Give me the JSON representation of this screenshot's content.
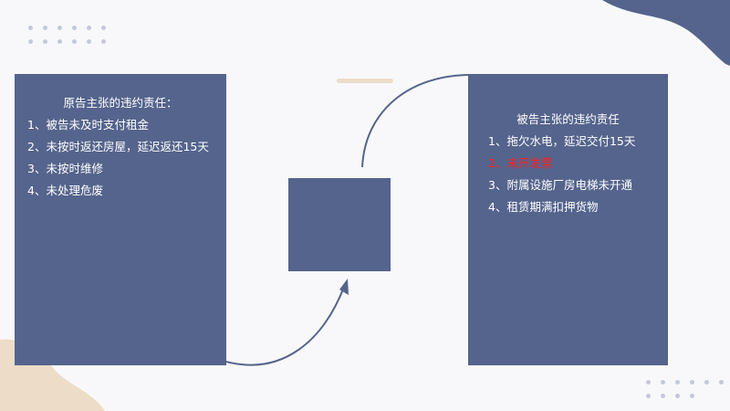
{
  "colors": {
    "panel": "#55648c",
    "background": "#f8f8fa",
    "highlight": "#ff1e1e",
    "accent_sand": "#ecdcc8",
    "accent_navy": "#55648c",
    "dots": "#c5c8dc"
  },
  "left_panel": {
    "title": "原告主张的违约责任：",
    "items": [
      "1、被告未及时支付租金",
      "2、未按时返还房屋，延迟返还15天",
      "3、未按时维修",
      "4、未处理危废"
    ]
  },
  "right_panel": {
    "title": "被告主张的违约责任",
    "items": [
      "1、拖欠水电，延迟交付15天",
      "2、未开发票",
      "3、附属设施厂房电梯未开通",
      "4、租赁期满扣押货物"
    ],
    "highlighted_item_index": 1
  },
  "icons": {
    "arrow": "curved-arrow-icon",
    "connector": "curved-connector"
  }
}
